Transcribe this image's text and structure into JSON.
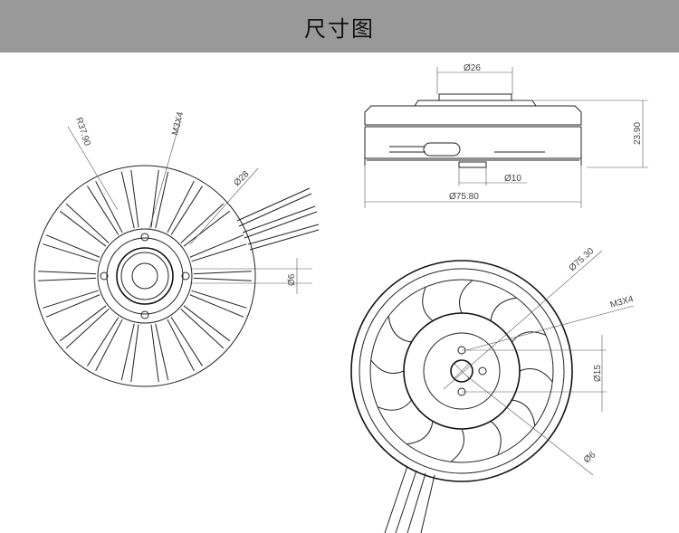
{
  "header": {
    "title": "尺寸图"
  },
  "top_view": {
    "labels": {
      "radius": "R37.90",
      "screw": "M3X4",
      "diameter": "Ø28",
      "shaft": "Ø6"
    }
  },
  "side_view": {
    "labels": {
      "top_diameter": "Ø26",
      "height": "23.90",
      "shaft": "Ø10",
      "body_diameter": "Ø75.80"
    }
  },
  "bottom_view": {
    "labels": {
      "diameter": "Ø75.30",
      "screw": "M3X4",
      "hole_spacing": "Ø15",
      "shaft": "Ø6"
    }
  },
  "colors": {
    "header_bg": "#999999",
    "line": "#222222"
  }
}
